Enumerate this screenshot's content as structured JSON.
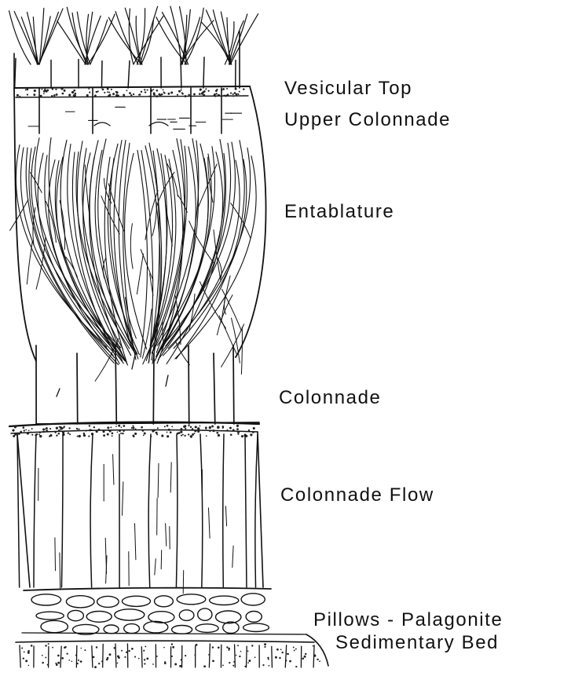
{
  "diagram": {
    "labels": {
      "vesicular_top": "Vesicular Top",
      "upper_colonnade": "Upper Colonnade",
      "entablature": "Entablature",
      "colonnade": "Colonnade",
      "colonnade_flow": "Colonnade Flow",
      "pillows_palagonite": "Pillows - Palagonite",
      "sedimentary_bed": "Sedimentary Bed"
    },
    "ink_color": "#111111",
    "background_color": "#ffffff"
  }
}
